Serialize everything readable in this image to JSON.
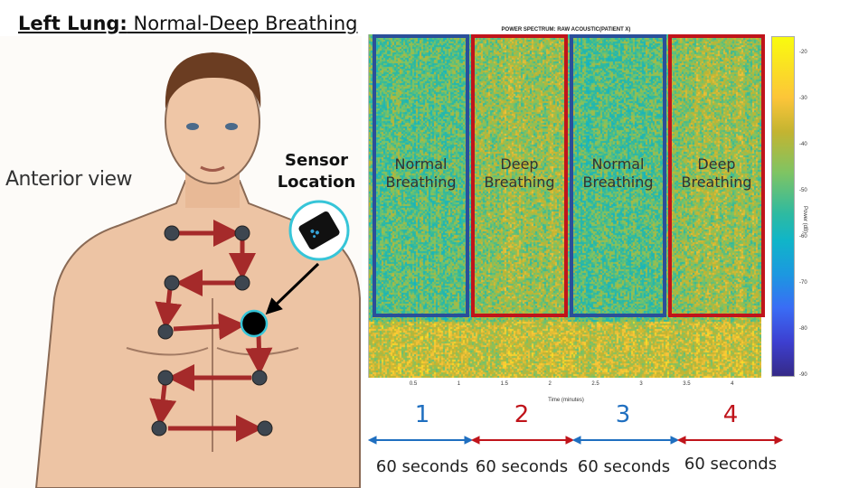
{
  "slide": {
    "title_bold": "Left Lung:",
    "title_rest": " Normal-Deep Breathing",
    "anterior_label": "Anterior view",
    "sensor_label_line1": "Sensor",
    "sensor_label_line2": "Location"
  },
  "spectrogram": {
    "title": "POWER SPECTRUM: RAW ACOUSTIC(PATIENT X)",
    "xlabel": "Time (minutes)",
    "x_ticks": [
      "0.5",
      "1",
      "1.5",
      "2",
      "2.5",
      "3",
      "3.5",
      "4"
    ],
    "colorbar_label": "Power (dB)",
    "colorbar_ticks": [
      "-20",
      "-30",
      "-40",
      "-50",
      "-60",
      "-70",
      "-80",
      "-90"
    ],
    "colormap": "parula",
    "segments": [
      {
        "label_line1": "Normal",
        "label_line2": "Breathing",
        "color": "#2a4f9a"
      },
      {
        "label_line1": "Deep",
        "label_line2": "Breathing",
        "color": "#c0141b"
      },
      {
        "label_line1": "Normal",
        "label_line2": "Breathing",
        "color": "#2a4f9a"
      },
      {
        "label_line1": "Deep",
        "label_line2": "Breathing",
        "color": "#c0141b"
      }
    ]
  },
  "timeline": [
    {
      "number": "1",
      "duration": "60 seconds",
      "color": "#1f6fc0"
    },
    {
      "number": "2",
      "duration": "60 seconds",
      "color": "#c0141b"
    },
    {
      "number": "3",
      "duration": "60 seconds",
      "color": "#1f6fc0"
    },
    {
      "number": "4",
      "duration": "60 seconds",
      "color": "#c0141b"
    }
  ]
}
